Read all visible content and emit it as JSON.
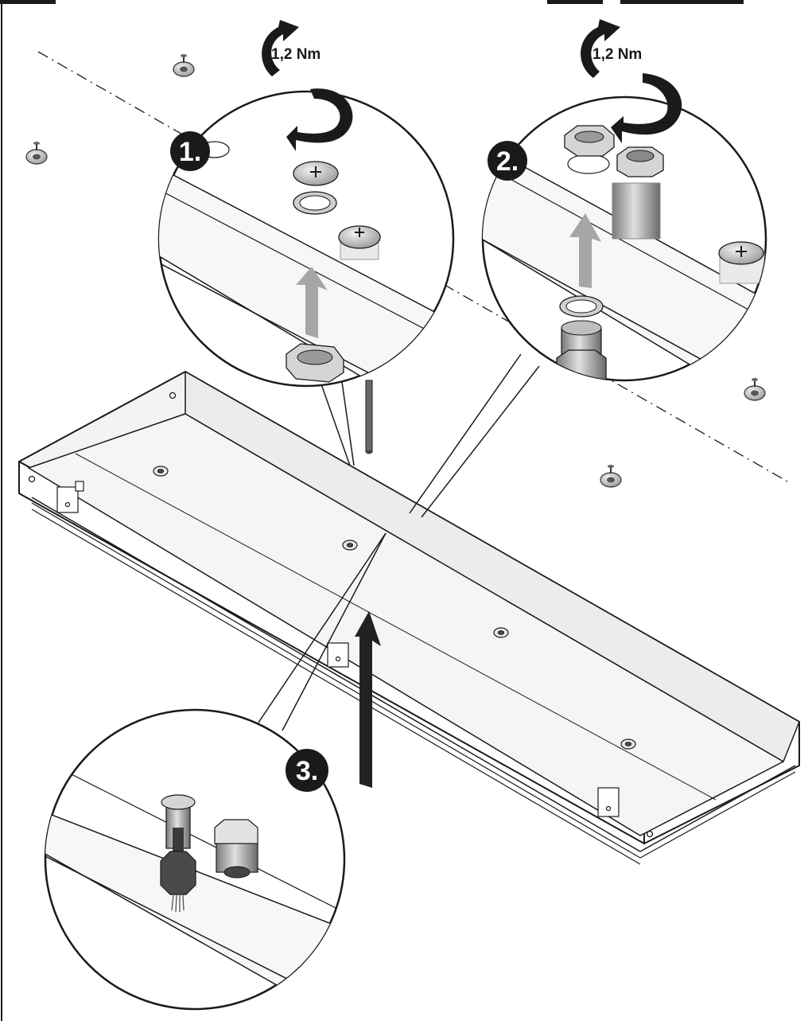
{
  "steps": [
    {
      "number": "1.",
      "torque": "1,2 Nm"
    },
    {
      "number": "2.",
      "torque": "1,2 Nm"
    },
    {
      "number": "3.",
      "torque": ""
    }
  ],
  "colors": {
    "line": "#1a1a1a",
    "arrow_dark": "#222222",
    "arrow_light": "#a6a6a6",
    "panel_fill": "#f7f7f7",
    "part_fill": "#d9d9d9",
    "part_dark": "#6e6e6e",
    "badge_fill": "#1a1a1a",
    "badge_text": "#ffffff"
  },
  "icons": [
    "rotate-clockwise-arrow-icon",
    "lift-up-arrow-icon",
    "screw-plug-icon",
    "lock-nut-icon",
    "cable-gland-icon",
    "sealing-ring-icon"
  ]
}
